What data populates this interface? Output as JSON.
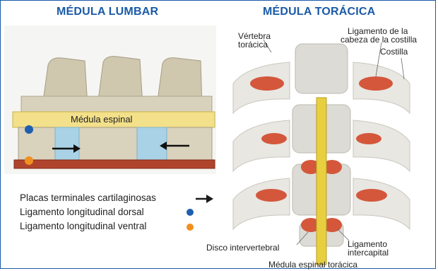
{
  "titles": {
    "lumbar": "MÉDULA LUMBAR",
    "thoracic": "MÉDULA TORÁCICA"
  },
  "lumbar_labels": {
    "spinal_cord": "Médula espinal"
  },
  "thoracic_labels": {
    "vertebra_line1": "Vértebra",
    "vertebra_line2": "torácica",
    "ligament_head_line1": "Ligamento de la",
    "ligament_head_line2": "cabeza de la costilla",
    "rib": "Costilla",
    "intervertebral_disc": "Disco intervertebral",
    "intercapital_line1": "Ligamento",
    "intercapital_line2": "intercapital",
    "thoracic_cord": "Médula espinal torácica"
  },
  "legend": [
    {
      "text": "Placas terminales cartilaginosas",
      "marker": "arrow",
      "color": "#1a1a1a"
    },
    {
      "text": "Ligamento longitudinal dorsal",
      "marker": "dot",
      "color": "#1f5fae"
    },
    {
      "text": "Ligamento longitudinal ventral",
      "marker": "dot",
      "color": "#f0901e"
    }
  ],
  "colors": {
    "title_blue": "#1a5aa6",
    "cord_yellow": "#f3e08a",
    "ligament_red": "#c8402c",
    "disc_blue": "#a9d2e6",
    "bone": "#d9d2bd"
  }
}
